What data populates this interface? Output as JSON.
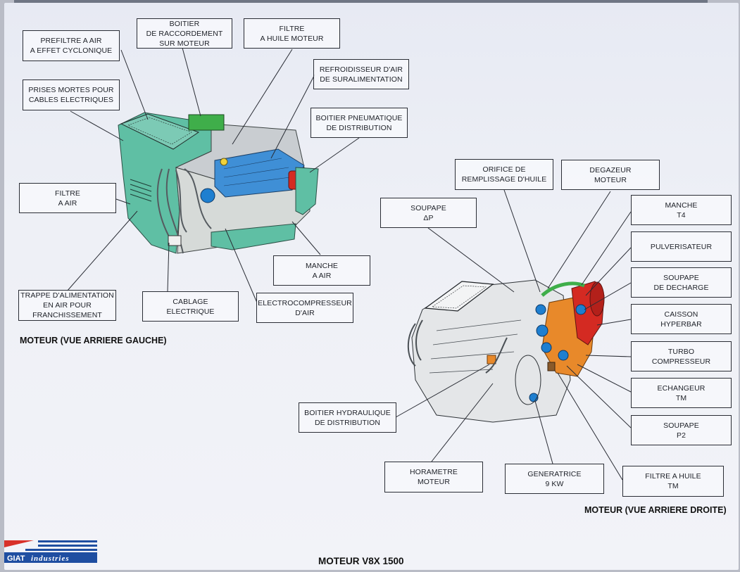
{
  "labels": {
    "prefiltre": [
      "PREFILTRE A AIR",
      "A EFFET CYCLONIQUE"
    ],
    "boitier_raccordement": [
      "BOITIER",
      "DE RACCORDEMENT",
      "SUR MOTEUR"
    ],
    "filtre_huile_moteur": [
      "FILTRE",
      "A HUILE MOTEUR"
    ],
    "refroidisseur": [
      "REFROIDISSEUR D'AIR",
      "DE SURALIMENTATION"
    ],
    "prises_mortes": [
      "PRISES MORTES POUR",
      "CABLES ELECTRIQUES"
    ],
    "boitier_pneumatique": [
      "BOITIER PNEUMATIQUE",
      "DE DISTRIBUTION"
    ],
    "filtre_air": [
      "FILTRE",
      "A AIR"
    ],
    "manche_air": [
      "MANCHE",
      "A AIR"
    ],
    "trappe": [
      "TRAPPE D'ALIMENTATION",
      "EN AIR POUR",
      "FRANCHISSEMENT"
    ],
    "cablage": [
      "CABLAGE",
      "ELECTRIQUE"
    ],
    "electrocompresseur": [
      "ELECTROCOMPRESSEUR",
      "D'AIR"
    ],
    "orifice": [
      "ORIFICE DE",
      "REMPLISSAGE D'HUILE"
    ],
    "degazeur": [
      "DEGAZEUR",
      "MOTEUR"
    ],
    "soupape_dp": [
      "SOUPAPE",
      "ΔP"
    ],
    "manche_t4": [
      "MANCHE",
      "T4"
    ],
    "pulverisateur": [
      "PULVERISATEUR"
    ],
    "soupape_decharge": [
      "SOUPAPE",
      "DE DECHARGE"
    ],
    "caisson": [
      "CAISSON",
      "HYPERBAR"
    ],
    "turbo": [
      "TURBO",
      "COMPRESSEUR"
    ],
    "echangeur": [
      "ECHANGEUR",
      "TM"
    ],
    "soupape_p2": [
      "SOUPAPE",
      "P2"
    ],
    "boitier_hydraulique": [
      "BOITIER HYDRAULIQUE",
      "DE DISTRIBUTION"
    ],
    "horametre": [
      "HORAMETRE",
      "MOTEUR"
    ],
    "generatrice": [
      "GENERATRICE",
      "9 KW"
    ],
    "filtre_huile_tm": [
      "FILTRE A HUILE",
      "TM"
    ]
  },
  "captions": {
    "left": "MOTEUR (VUE ARRIERE GAUCHE)",
    "right": "MOTEUR (VUE ARRIERE DROITE)",
    "main": "MOTEUR V8X 1500"
  },
  "logo": {
    "brand": "GIAT",
    "suffix": "industries"
  },
  "colors": {
    "board": "#eef0f6",
    "engine_left": "#5fbfa4",
    "intercooler": "#3f8fd6",
    "turbo": "#e8892a",
    "hyperbar": "#d42a22",
    "blue_parts": "#1e7fd0",
    "logo_red": "#d8312a",
    "logo_blue": "#1f4ea1"
  }
}
